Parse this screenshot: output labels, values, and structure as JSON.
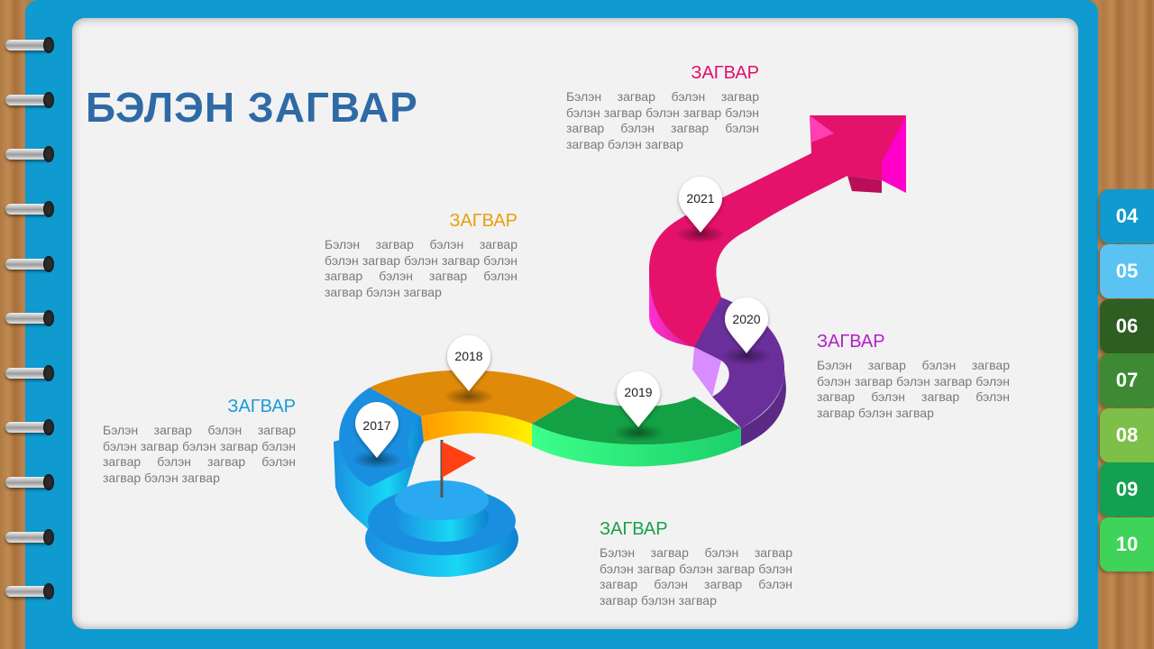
{
  "title": "БЭЛЭН ЗАГВАР",
  "tabs": [
    {
      "label": "04",
      "color": "#0f9ad0"
    },
    {
      "label": "05",
      "color": "#5bc3f2"
    },
    {
      "label": "06",
      "color": "#2e5e22"
    },
    {
      "label": "07",
      "color": "#3e8a34"
    },
    {
      "label": "08",
      "color": "#7cc04a"
    },
    {
      "label": "09",
      "color": "#13a050"
    },
    {
      "label": "10",
      "color": "#3fd35a"
    }
  ],
  "milestones": [
    {
      "year": "2017",
      "heading": "ЗАГВАР",
      "color": "#1a9ad6",
      "text": "Бэлэн загвар бэлэн загвар бэлэн загвар бэлэн загвар бэлэн загвар бэлэн загвар бэлэн загвар бэлэн загвар"
    },
    {
      "year": "2018",
      "heading": "ЗАГВАР",
      "color": "#e8a00c",
      "text": "Бэлэн загвар бэлэн загвар бэлэн загвар бэлэн загвар бэлэн загвар бэлэн загвар бэлэн загвар бэлэн загвар"
    },
    {
      "year": "2019",
      "heading": "ЗАГВАР",
      "color": "#18a24a",
      "text": "Бэлэн загвар бэлэн загвар бэлэн загвар бэлэн загвар бэлэн загвар бэлэн загвар бэлэн загвар бэлэн загвар"
    },
    {
      "year": "2020",
      "heading": "ЗАГВАР",
      "color": "#b21fc8",
      "text": "Бэлэн загвар бэлэн загвар бэлэн загвар бэлэн загвар бэлэн загвар бэлэн загвар бэлэн загвар бэлэн загвар"
    },
    {
      "year": "2021",
      "heading": "ЗАГВАР",
      "color": "#e0106a",
      "text": "Бэлэн загвар бэлэн загвар бэлэн загвар бэлэн загвар бэлэн загвар бэлэн загвар бэлэн загвар бэлэн загвар"
    }
  ]
}
